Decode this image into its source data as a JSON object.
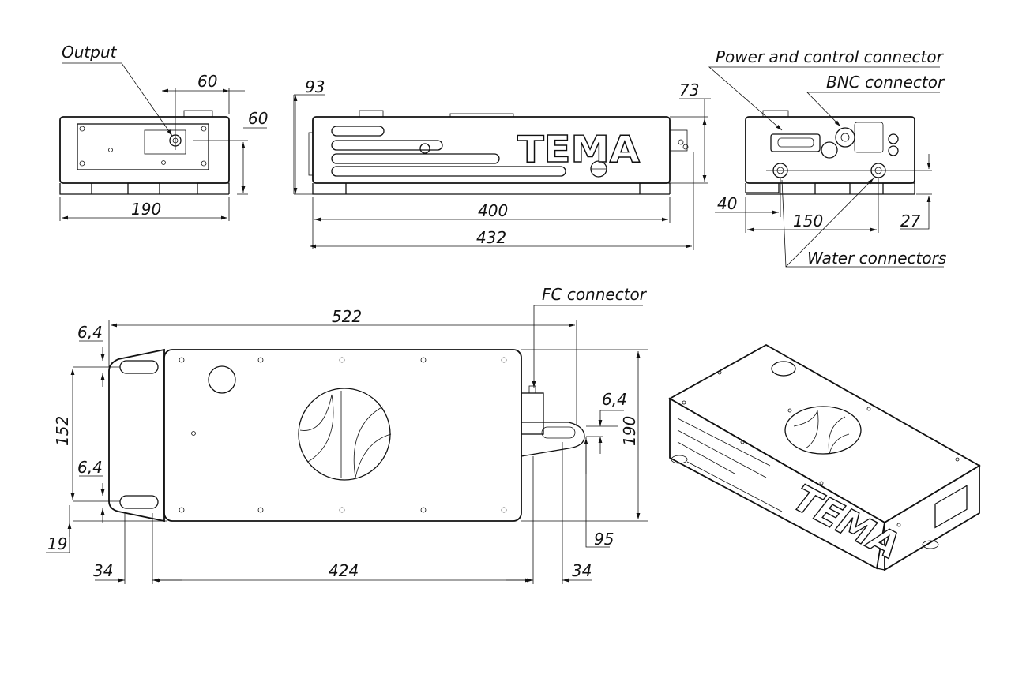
{
  "drawing": {
    "logo_text": "TEMA",
    "callouts": {
      "output": "Output",
      "power_control": "Power and control connector",
      "bnc": "BNC connector",
      "water": "Water connectors",
      "fc": "FC connector"
    },
    "front_view": {
      "width": "190",
      "output_offset_x": "60",
      "output_height": "60"
    },
    "side_view": {
      "height_total": "93",
      "height_body": "73",
      "length_body": "400",
      "length_total": "432"
    },
    "rear_view": {
      "water_offset": "40",
      "water_spacing": "150",
      "water_height": "27"
    },
    "plan_view": {
      "overall_length": "522",
      "slot_top": "6,4",
      "mount_spacing": "152",
      "slot_bottom": "6,4",
      "edge_offset": "19",
      "left_ear": "34",
      "mount_length": "424",
      "right_ear": "34",
      "slot_right": "6,4",
      "width": "190",
      "fc_height": "95"
    }
  }
}
